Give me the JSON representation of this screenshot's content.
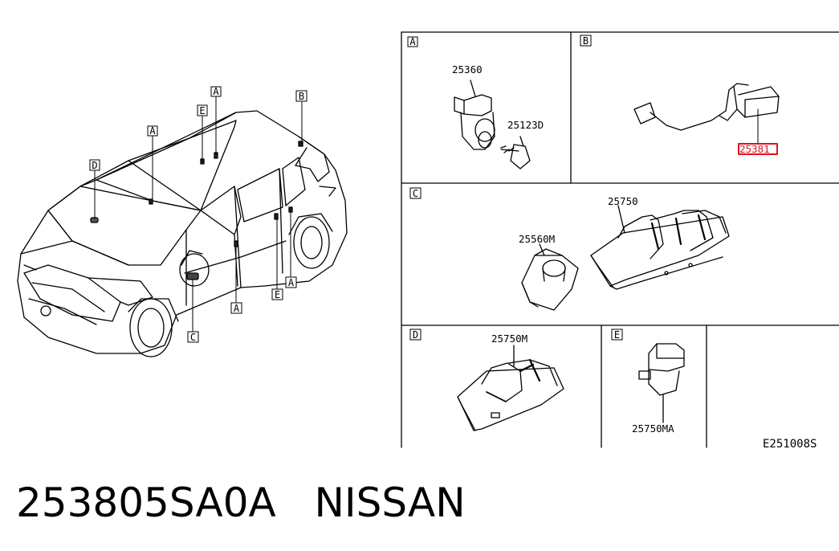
{
  "callouts": {
    "car_a_hood": "A",
    "car_e_roof": "E",
    "car_a_roof": "A",
    "car_b_rear": "B",
    "car_d_front": "D",
    "car_c_mirror": "C",
    "car_a_door": "A",
    "car_e_rear_door": "E",
    "car_a_rear_door": "A"
  },
  "panels": {
    "a": {
      "letter": "A",
      "parts": [
        "25360",
        "25123D"
      ]
    },
    "b": {
      "letter": "B",
      "parts": [
        "25381"
      ]
    },
    "c": {
      "letter": "C",
      "parts": [
        "25750",
        "25560M"
      ]
    },
    "d": {
      "letter": "D",
      "parts": [
        "25750M"
      ]
    },
    "e": {
      "letter": "E",
      "parts": [
        "25750MA"
      ]
    }
  },
  "diagram_code": "E251008S",
  "caption": {
    "part_number": "253805SA0A",
    "brand": "NISSAN"
  },
  "colors": {
    "line": "#000000",
    "highlight": "#e0101a",
    "background": "#ffffff"
  }
}
